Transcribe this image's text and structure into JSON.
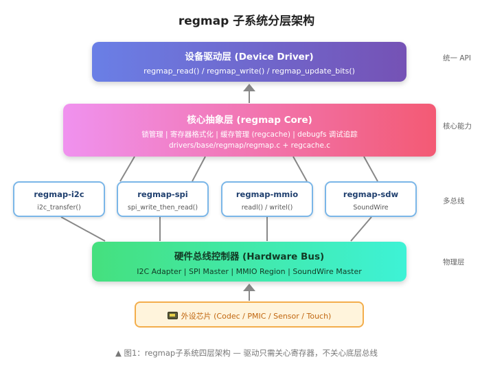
{
  "title": "regmap 子系统分层架构",
  "driver": {
    "title": "设备驱动层 (Device Driver)",
    "subtitle": "regmap_read() / regmap_write() / regmap_update_bits()"
  },
  "core": {
    "title": "核心抽象层 (regmap Core)",
    "features": "锁管理 | 寄存器格式化 | 缓存管理 (regcache) | debugfs 调试追踪",
    "files": "drivers/base/regmap/regmap.c + regcache.c"
  },
  "buses": [
    {
      "name": "regmap-i2c",
      "func": "i2c_transfer()"
    },
    {
      "name": "regmap-spi",
      "func": "spi_write_then_read()"
    },
    {
      "name": "regmap-mmio",
      "func": "readl() / writel()"
    },
    {
      "name": "regmap-sdw",
      "func": "SoundWire"
    }
  ],
  "hardware": {
    "title": "硬件总线控制器 (Hardware Bus)",
    "subtitle": "I2C Adapter | SPI Master | MMIO Region | SoundWire Master"
  },
  "chip": {
    "icon": "chip-icon",
    "label": "外设芯片 (Codec / PMIC / Sensor / Touch)"
  },
  "side_labels": {
    "api": "统一 API",
    "core": "核心能力",
    "bus": "多总线",
    "physical": "物理层"
  },
  "caption": "▲ 图1：regmap子系统四层架构 — 驱动只需关心寄存器，不关心底层总线",
  "colors": {
    "driver_start": "#6a7fe6",
    "driver_end": "#7552b5",
    "core_start": "#f092ef",
    "core_end": "#f35a74",
    "bus_border": "#7ab6e8",
    "hw_start": "#45e07e",
    "hw_end": "#3ef2d6",
    "chip_border": "#f3ad4b",
    "chip_bg": "#fff4dc"
  }
}
